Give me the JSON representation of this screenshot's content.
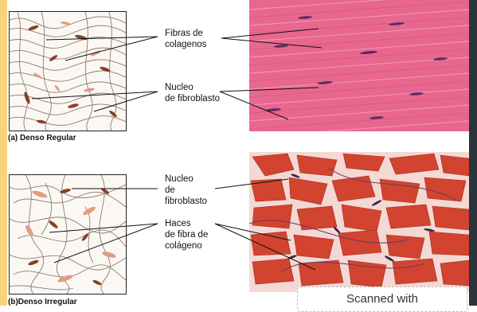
{
  "colors": {
    "left_strip": "#f6d57a",
    "right_strip": "#2b333b",
    "regular_tissue": "#e8678f",
    "irregular_tissue": "#d2442f",
    "sketch_nucleus": "#8b3f24",
    "sketch_nucleus_light": "#e39c84"
  },
  "top": {
    "label_fibras": "Fibras de\ncolagenos",
    "label_nucleo": "Nucleo\nde fibroblasto",
    "caption": "(a) Denso Regular"
  },
  "bottom": {
    "label_nucleo": "Nucleo\nde\nfibroblasto",
    "label_haces": "Haces\nde fibra de\ncolágeno",
    "caption": "(b)Denso Irregular"
  },
  "badge": {
    "text": "Scanned with"
  }
}
